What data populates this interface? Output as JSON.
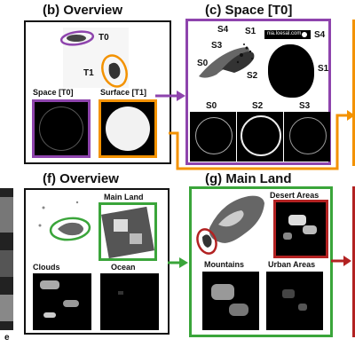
{
  "colors": {
    "purple": "#8e44ad",
    "orange": "#f39200",
    "green": "#3aa53a",
    "red": "#b22222",
    "black": "#000000",
    "frame": "#111111"
  },
  "panel_b": {
    "title": "(b) Overview",
    "labels": {
      "t0": "T0",
      "t1": "T1",
      "space": "Space [T0]",
      "surface": "Surface [T1]"
    }
  },
  "panel_c": {
    "title": "(c) Space [T0]",
    "labels": {
      "s4_top": "S4",
      "s1_top": "S1",
      "s3": "S3",
      "s0": "S0",
      "s2": "S2",
      "s4_right": "S4",
      "s1_right": "S1",
      "credit": "nia.loesal.com"
    },
    "bottom_labels": [
      "S0",
      "S2",
      "S3"
    ]
  },
  "panel_f": {
    "title": "(f) Overview",
    "labels": {
      "main_land": "Main Land",
      "clouds": "Clouds",
      "ocean": "Ocean"
    }
  },
  "panel_g": {
    "title": "(g) Main Land",
    "labels": {
      "desert": "Desert Areas",
      "mountains": "Mountains",
      "urban": "Urban Areas"
    }
  },
  "edge_text": "e"
}
